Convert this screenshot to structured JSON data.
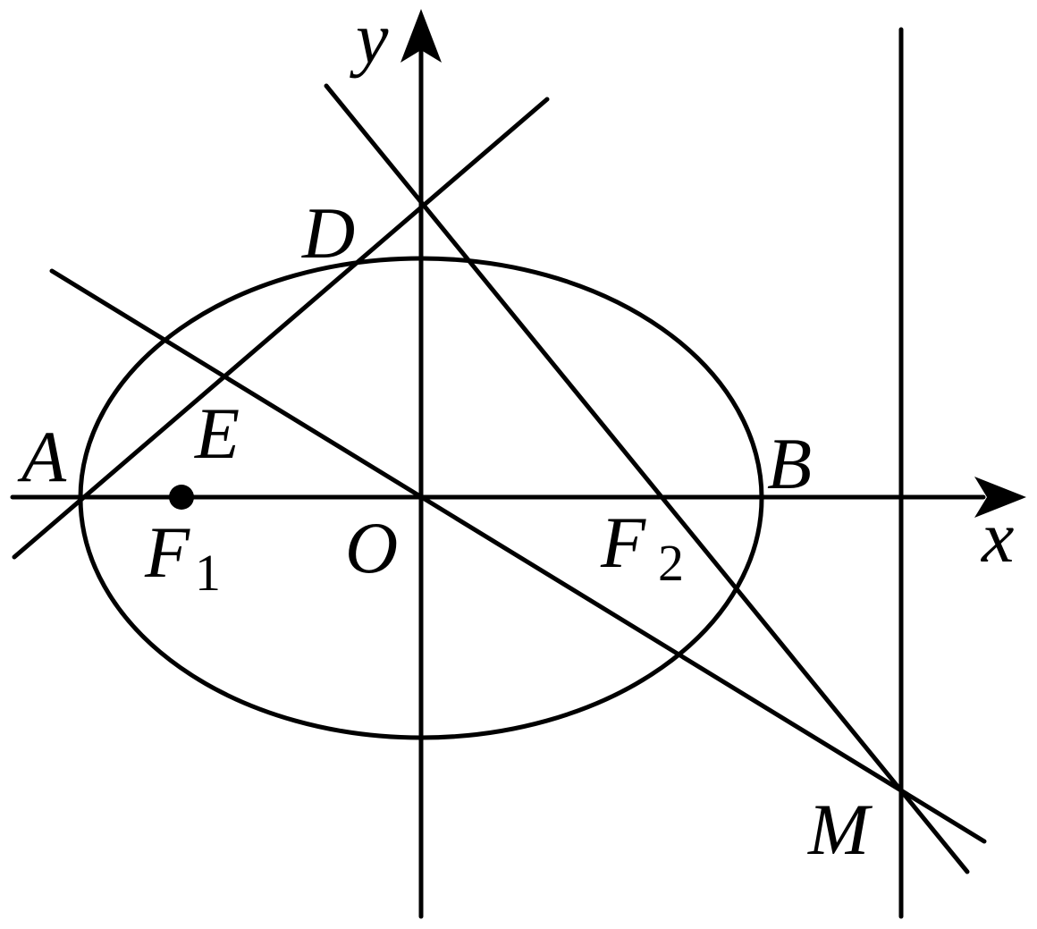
{
  "figure": {
    "type": "coordinate-geometry",
    "ellipse_label": "",
    "axes": {
      "x_label": "x",
      "y_label": "y"
    },
    "points": {
      "A": "A",
      "B": "B",
      "D": "D",
      "E": "E",
      "O": "O",
      "M": "M",
      "F1": {
        "main": "F",
        "sub": "1"
      },
      "F2": {
        "main": "F",
        "sub": "2"
      }
    }
  }
}
